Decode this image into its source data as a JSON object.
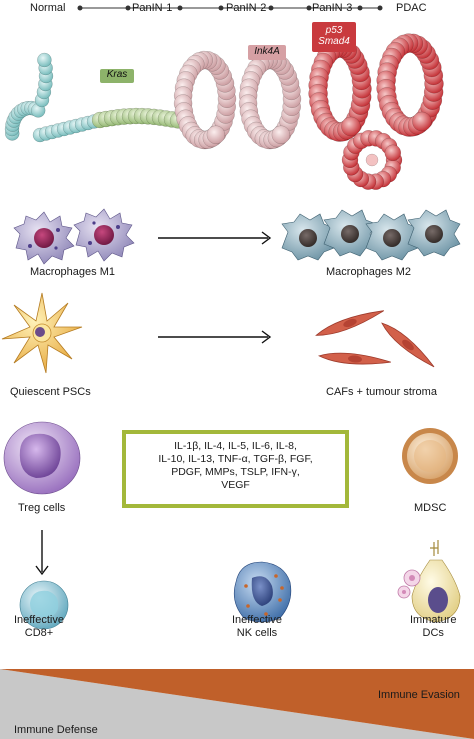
{
  "stages": [
    "Normal",
    "PanIN-1",
    "PanIN-2",
    "PanIN-3",
    "PDAC"
  ],
  "mutations": {
    "kras": "Kras",
    "ink4a": "Ink4A",
    "p53_smad4": "p53\nSmad4"
  },
  "cells": {
    "macrophages_m1": "Macrophages M1",
    "macrophages_m2": "Macrophages M2",
    "quiescent_pscs": "Quiescent PSCs",
    "cafs": "CAFs + tumour stroma",
    "treg": "Treg cells",
    "mdsc": "MDSC",
    "cd8": "Ineffective\nCD8+",
    "nk": "Ineffective\nNK cells",
    "dcs": "Immature\nDCs"
  },
  "cytokines": "IL-1β, IL-4, IL-5, IL-6, IL-8,\nIL-10, IL-13, TNF-α, TGF-β, FGF,\nPDGF, MMPs, TSLP, IFN-γ,\nVEGF",
  "bottom": {
    "evasion": "Immune Evasion",
    "defense": "Immune Defense"
  },
  "colors": {
    "normal_duct": "#7cc4c4",
    "kras": "#8db36a",
    "ink4a": "#d9a4a8",
    "p53": "#c93a3e",
    "cytokine_border": "#a3b83a",
    "evasion": "#c0602a",
    "defense": "#c8c8c8"
  }
}
